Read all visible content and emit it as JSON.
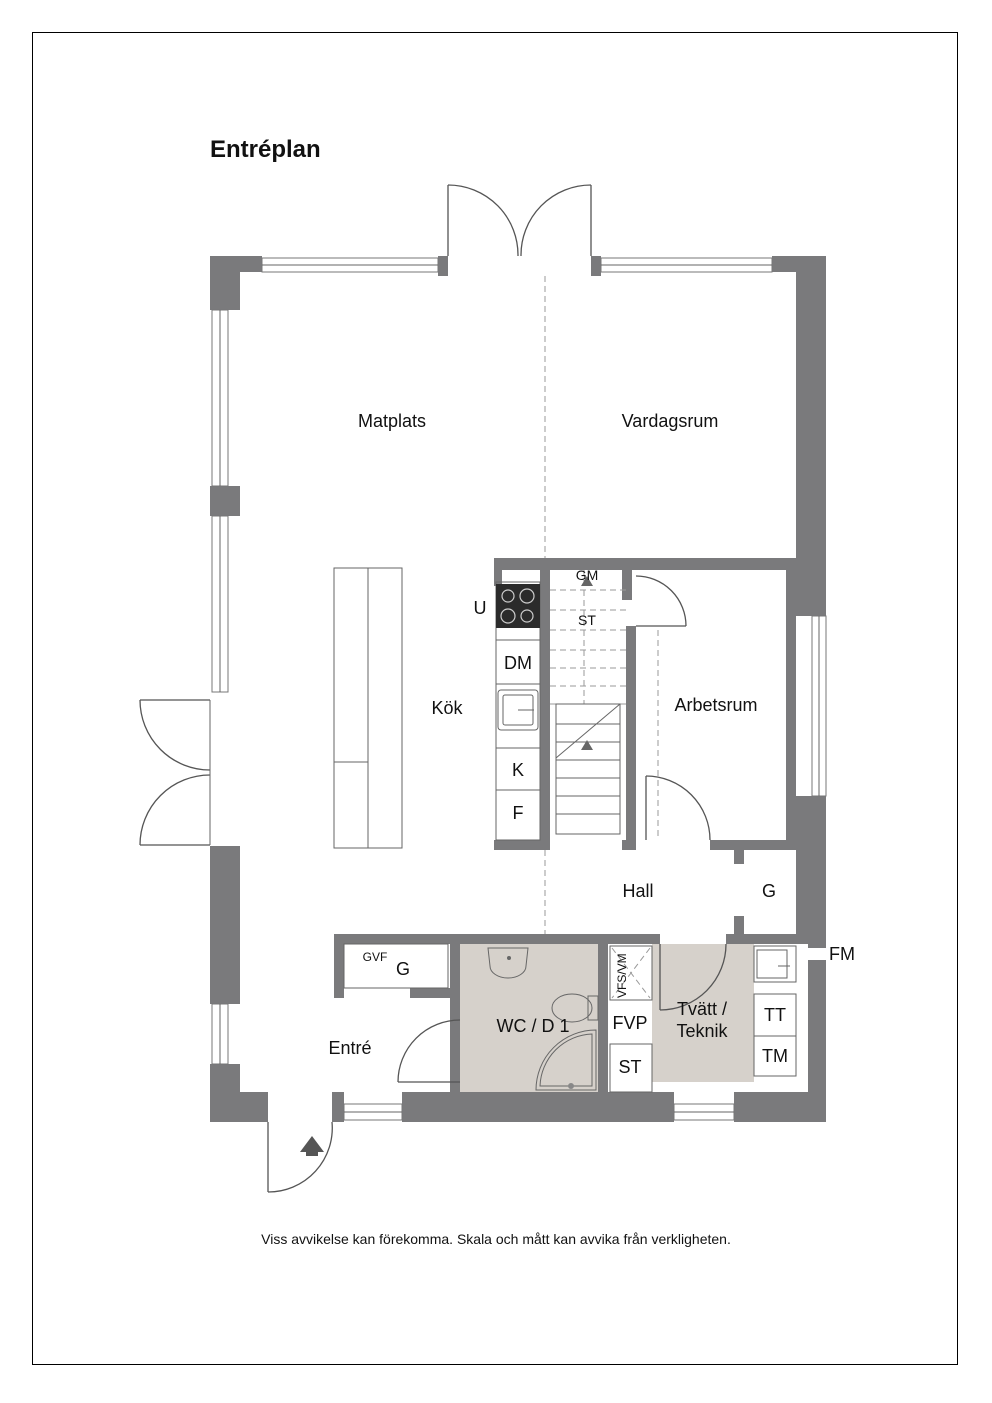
{
  "title": "Entréplan",
  "disclaimer": "Viss avvikelse kan förekomma. Skala och mått kan avvika från verkligheten.",
  "rooms": {
    "matplats": "Matplats",
    "vardagsrum": "Vardagsrum",
    "kok": "Kök",
    "arbetsrum": "Arbetsrum",
    "hall": "Hall",
    "entre": "Entré",
    "wc": "WC / D 1",
    "tvatt_line1": "Tvätt /",
    "tvatt_line2": "Teknik"
  },
  "fixtures": {
    "gm": "GM",
    "st_stair": "ST",
    "u": "U",
    "dm": "DM",
    "k": "K",
    "f": "F",
    "g_hall": "G",
    "gvf": "GVF",
    "g_entre": "G",
    "fm": "FM",
    "vfs_vm": "VFS/VM",
    "fvp": "FVP",
    "st_tvatt": "ST",
    "tt": "TT",
    "tm": "TM"
  }
}
